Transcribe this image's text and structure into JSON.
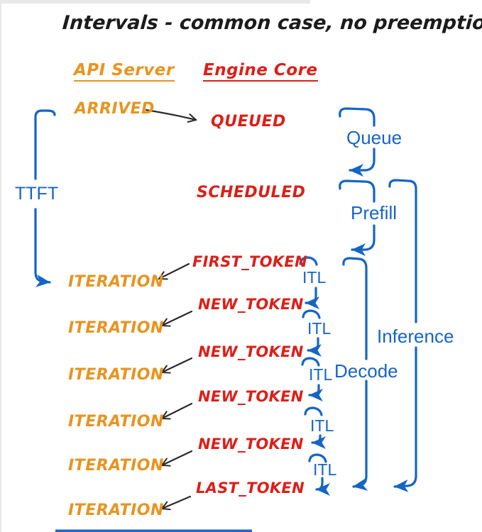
{
  "title": "Intervals - common case, no preemptions",
  "columns": {
    "api_server": "API Server",
    "engine_core": "Engine Core"
  },
  "api_events": {
    "arrived": "ARRIVED",
    "iterations": [
      "ITERATION",
      "ITERATION",
      "ITERATION",
      "ITERATION",
      "ITERATION",
      "ITERATION"
    ]
  },
  "engine_events": {
    "queued": "QUEUED",
    "scheduled": "SCHEDULED",
    "first_token": "FIRST_TOKEN",
    "new_tokens": [
      "NEW_TOKEN",
      "NEW_TOKEN",
      "NEW_TOKEN",
      "NEW_TOKEN"
    ],
    "last_token": "LAST_TOKEN"
  },
  "intervals": {
    "ttft": "TTFT",
    "queue": "Queue",
    "prefill": "Prefill",
    "decode": "Decode",
    "inference": "Inference",
    "itl_labels": [
      "ITL",
      "ITL",
      "ITL",
      "ITL",
      "ITL"
    ]
  },
  "colors": {
    "api_orange": "#e8941f",
    "engine_red": "#dc1f18",
    "interval_blue": "#1565c4",
    "arrow_black": "#2b2b2b"
  }
}
